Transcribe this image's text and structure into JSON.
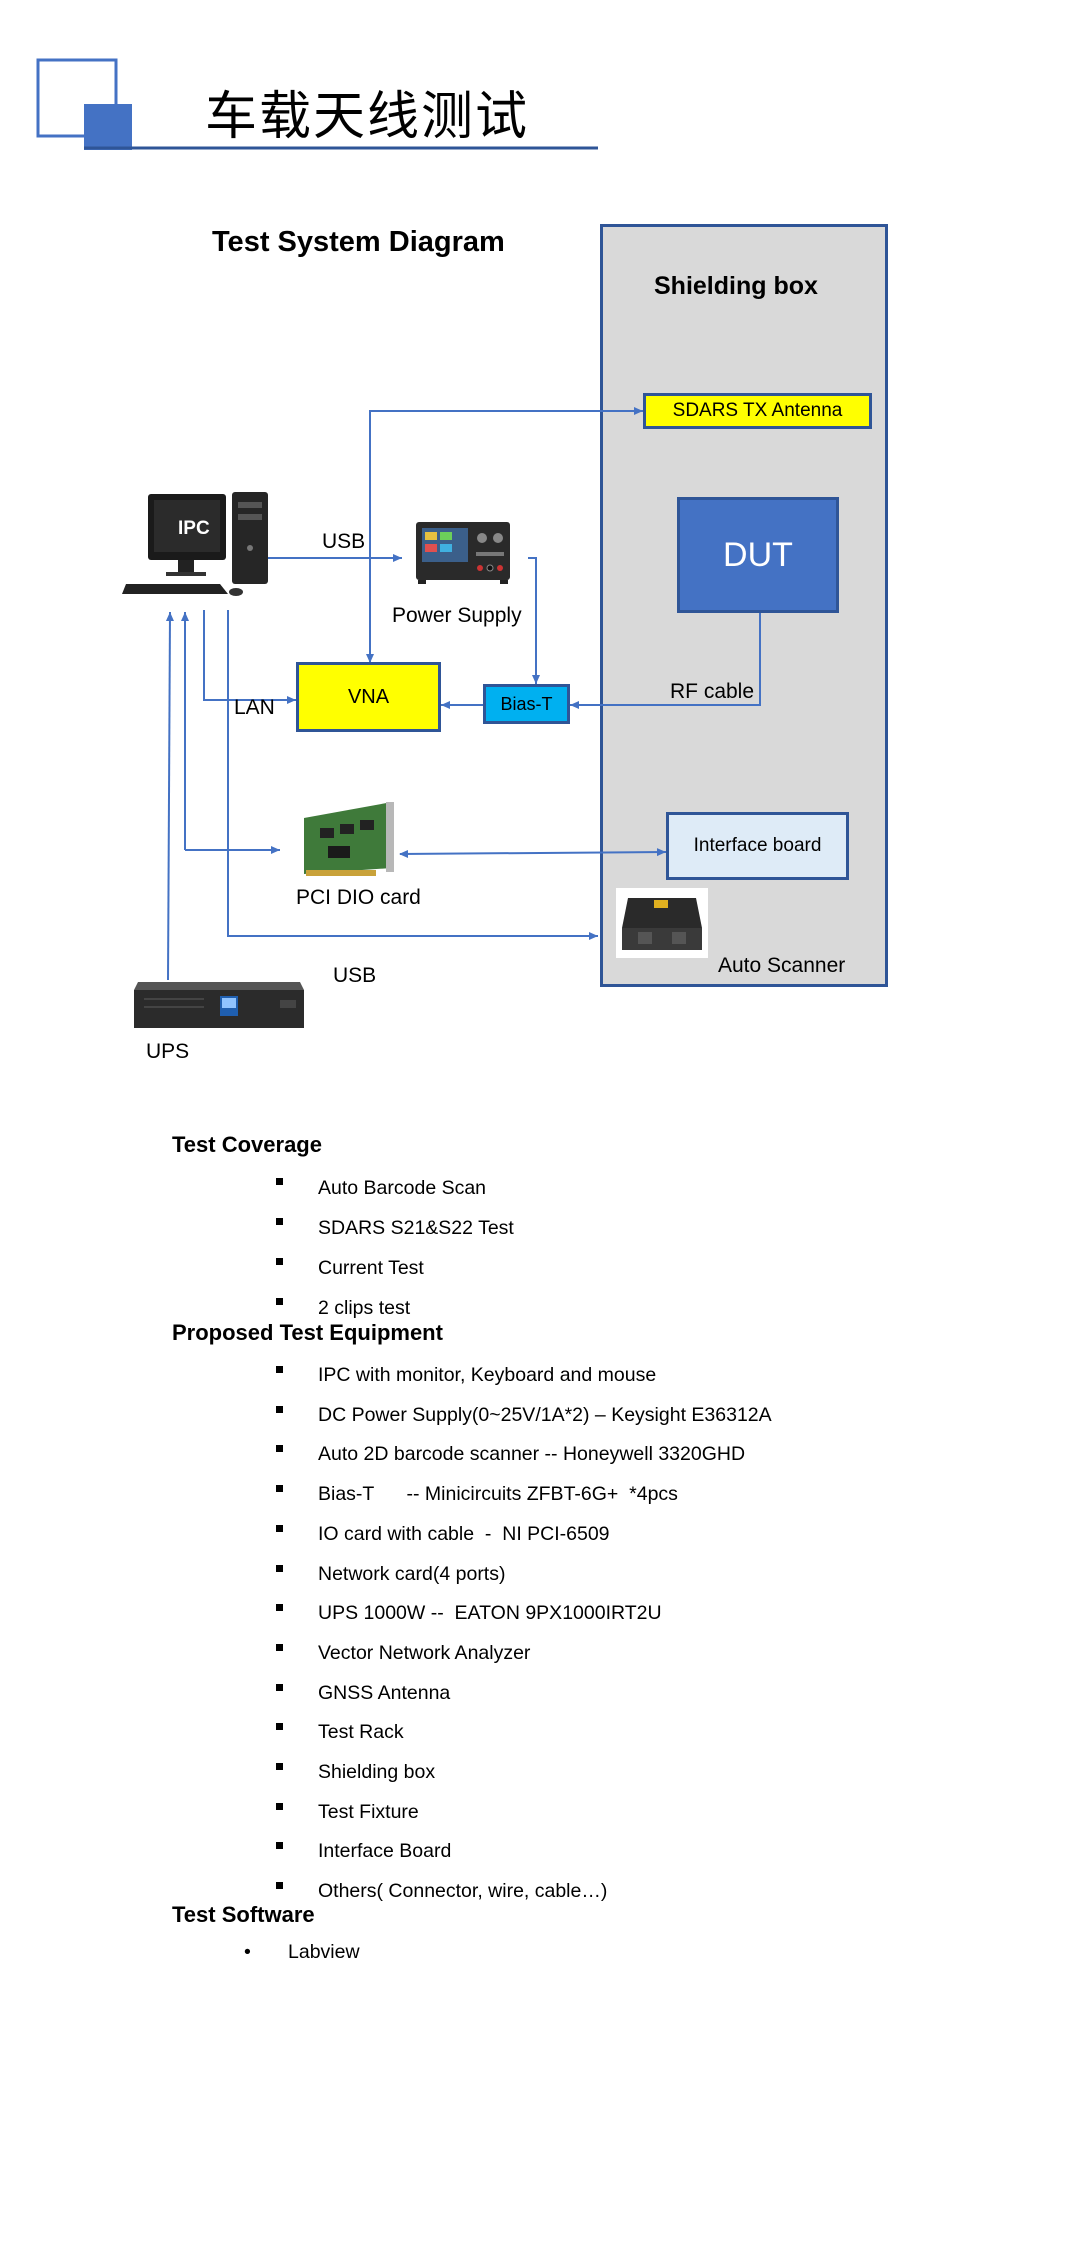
{
  "page_title": "车载天线测试",
  "diagram": {
    "title": "Test System Diagram",
    "shielding_box_label": "Shielding box",
    "sdars_antenna": "SDARS TX Antenna",
    "dut": "DUT",
    "vna": "VNA",
    "bias_t": "Bias-T",
    "interface_board": "Interface board",
    "ipc_label": "IPC",
    "usb_top_label": "USB",
    "power_supply_label": "Power Supply",
    "lan_label": "LAN",
    "rf_cable_label": "RF cable",
    "pci_dio_label": "PCI DIO card",
    "usb_bottom_label": "USB",
    "auto_scanner_label": "Auto Scanner",
    "ups_label": "UPS",
    "line_color": "#4472c4"
  },
  "test_coverage": {
    "heading": "Test Coverage",
    "items": [
      "Auto Barcode Scan",
      "SDARS S21&S22 Test",
      "Current Test",
      "2 clips test"
    ]
  },
  "equipment": {
    "heading": "Proposed Test Equipment",
    "items": [
      "IPC with monitor, Keyboard and mouse",
      "DC Power Supply(0~25V/1A*2) – Keysight E36312A",
      "Auto 2D barcode scanner  -- Honeywell 3320GHD",
      "Bias-T      -- Minicircuits ZFBT-6G+  *4pcs",
      "IO card with cable  -  NI PCI-6509",
      "Network card(4 ports)",
      "UPS 1000W --  EATON 9PX1000IRT2U",
      "Vector Network Analyzer",
      "GNSS Antenna",
      "Test Rack",
      "Shielding box",
      "Test Fixture",
      "Interface Board",
      "Others( Connector, wire, cable…)"
    ]
  },
  "software": {
    "heading": "Test Software",
    "items": [
      "Labview"
    ]
  }
}
